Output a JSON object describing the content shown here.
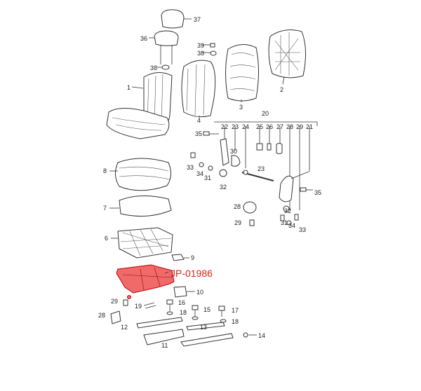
{
  "diagram": {
    "part_number": "JP-01986",
    "highlight_color": "#f06a6a",
    "callouts": [
      "37",
      "36",
      "39",
      "38",
      "38",
      "1",
      "4",
      "3",
      "2",
      "20",
      "22",
      "23",
      "24",
      "25",
      "26",
      "27",
      "28",
      "29",
      "21",
      "35",
      "30",
      "33",
      "34",
      "31",
      "32",
      "23",
      "35",
      "28",
      "29",
      "32",
      "31",
      "33",
      "34",
      "8",
      "7",
      "6",
      "9",
      "10",
      "29",
      "16",
      "19",
      "18",
      "15",
      "17",
      "18",
      "28",
      "12",
      "13",
      "11",
      "14"
    ]
  }
}
